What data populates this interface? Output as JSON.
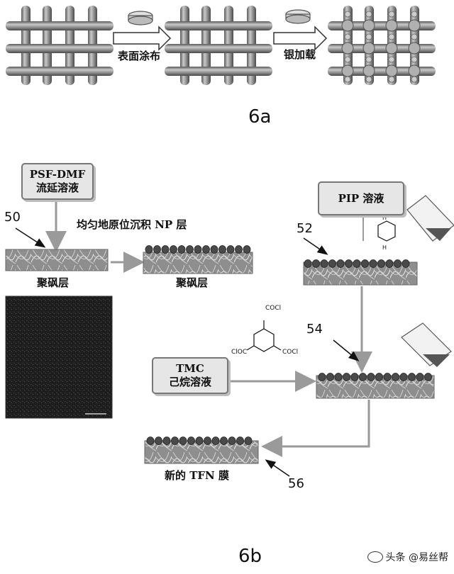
{
  "fig_6a": {
    "step_1_label": "表面涂布",
    "step_2_label": "银加载",
    "caption": "6a"
  },
  "fig_6b": {
    "caption": "6b",
    "boxes": {
      "psf_dmf": {
        "line1": "PSF-DMF",
        "line2": "流延溶液"
      },
      "pip": {
        "line1": "PIP 溶液"
      },
      "tmc": {
        "line1": "TMC",
        "line2": "己烷溶液"
      }
    },
    "deposit_label": "均匀地原位沉积 NP 层",
    "layer_label_left": "聚砜层",
    "layer_label_right": "聚砜层",
    "final_label": "新的 TFN 膜",
    "numbers": {
      "n50": "50",
      "n52": "52",
      "n54": "54",
      "n56": "56"
    },
    "molecule_labels": {
      "top": "COCl",
      "left": "ClOC",
      "right": "COCl"
    }
  },
  "watermark": {
    "text": "头条 @易丝帮"
  },
  "colors": {
    "rod": "#8a8a8a",
    "arrow": "#9a9a9a",
    "particle": "#4a4a4a",
    "membrane": "#8c8c8c"
  }
}
